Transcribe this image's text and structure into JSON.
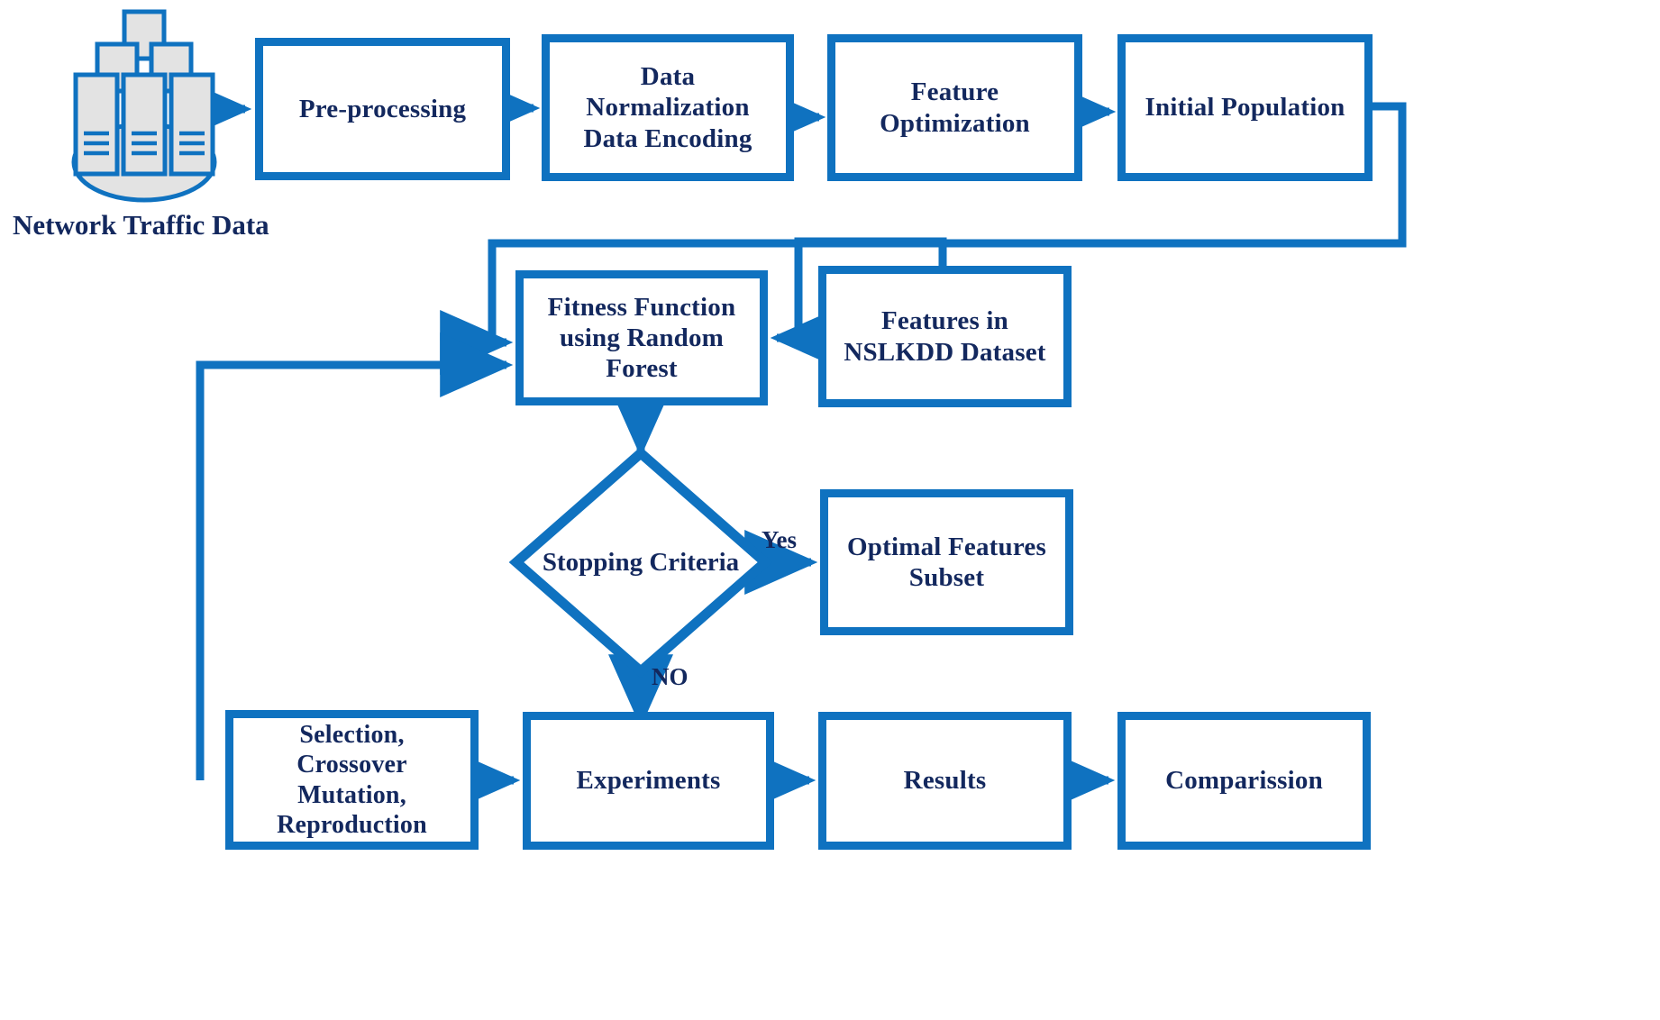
{
  "diagram": {
    "title": "Network Intrusion Detection Feature Selection Flowchart",
    "colors": {
      "stroke": "#0f72c0",
      "text": "#13285e",
      "icon_fill": "#e3e3e3",
      "background": "#ffffff"
    }
  },
  "source": {
    "icon": "server-stack-icon",
    "caption": "Network Traffic Data"
  },
  "nodes": [
    {
      "id": "pre-processing",
      "label": "Pre-processing",
      "shape": "rect"
    },
    {
      "id": "data-normalization",
      "label": "Data Normalization\nData Encoding",
      "shape": "rect",
      "lines": [
        "Data Normalization",
        "Data Encoding"
      ]
    },
    {
      "id": "feature-optimization",
      "label": "Feature\nOptimization",
      "shape": "rect",
      "lines": [
        "Feature",
        "Optimization"
      ]
    },
    {
      "id": "initial-population",
      "label": "Initial Population",
      "shape": "rect"
    },
    {
      "id": "fitness-function",
      "label": "Fitness Function\nusing Random\nForest",
      "shape": "rect",
      "lines": [
        "Fitness Function",
        "using Random",
        "Forest"
      ]
    },
    {
      "id": "features-nslkdd",
      "label": "Features in\nNSLKDD Dataset",
      "shape": "rect",
      "lines": [
        "Features in",
        "NSLKDD Dataset"
      ]
    },
    {
      "id": "stopping-criteria",
      "label": "Stopping Criteria",
      "shape": "diamond"
    },
    {
      "id": "optimal-features",
      "label": "Optimal Features\nSubset",
      "shape": "rect",
      "lines": [
        "Optimal Features",
        "Subset"
      ]
    },
    {
      "id": "genetic-operators",
      "label": "Selection, Crossover\nMutation,\nReproduction",
      "shape": "rect",
      "lines": [
        "Selection, Crossover",
        "Mutation,",
        "Reproduction"
      ]
    },
    {
      "id": "experiments",
      "label": "Experiments",
      "shape": "rect"
    },
    {
      "id": "results",
      "label": "Results",
      "shape": "rect"
    },
    {
      "id": "comparission",
      "label": "Comparission",
      "shape": "rect"
    }
  ],
  "labels": {
    "pre_processing": "Pre-processing",
    "data_norm_line1": "Data Normalization",
    "data_norm_line2": "Data Encoding",
    "feature_opt_line1": "Feature",
    "feature_opt_line2": "Optimization",
    "initial_population": "Initial Population",
    "fitness_line1": "Fitness Function",
    "fitness_line2": "using Random",
    "fitness_line3": "Forest",
    "features_line1": "Features in",
    "features_line2": "NSLKDD Dataset",
    "stopping_criteria": "Stopping Criteria",
    "optimal_line1": "Optimal Features",
    "optimal_line2": "Subset",
    "genetic_line1": "Selection, Crossover",
    "genetic_line2": "Mutation,",
    "genetic_line3": "Reproduction",
    "experiments": "Experiments",
    "results": "Results",
    "comparission": "Comparission",
    "network_traffic_data": "Network Traffic Data"
  },
  "edge_labels": {
    "yes": "Yes",
    "no": "NO"
  },
  "edges": [
    {
      "from": "network-traffic-data",
      "to": "pre-processing",
      "label": ""
    },
    {
      "from": "pre-processing",
      "to": "data-normalization",
      "label": ""
    },
    {
      "from": "data-normalization",
      "to": "feature-optimization",
      "label": ""
    },
    {
      "from": "feature-optimization",
      "to": "initial-population",
      "label": ""
    },
    {
      "from": "initial-population",
      "to": "fitness-function",
      "label": ""
    },
    {
      "from": "features-nslkdd",
      "to": "fitness-function",
      "label": ""
    },
    {
      "from": "fitness-function",
      "to": "stopping-criteria",
      "label": ""
    },
    {
      "from": "stopping-criteria",
      "to": "optimal-features",
      "label": "Yes"
    },
    {
      "from": "stopping-criteria",
      "to": "experiments",
      "label": "NO"
    },
    {
      "from": "genetic-operators",
      "to": "experiments",
      "label": ""
    },
    {
      "from": "experiments",
      "to": "results",
      "label": ""
    },
    {
      "from": "results",
      "to": "comparission",
      "label": ""
    },
    {
      "from": "genetic-operators",
      "to": "fitness-function",
      "label": ""
    }
  ]
}
